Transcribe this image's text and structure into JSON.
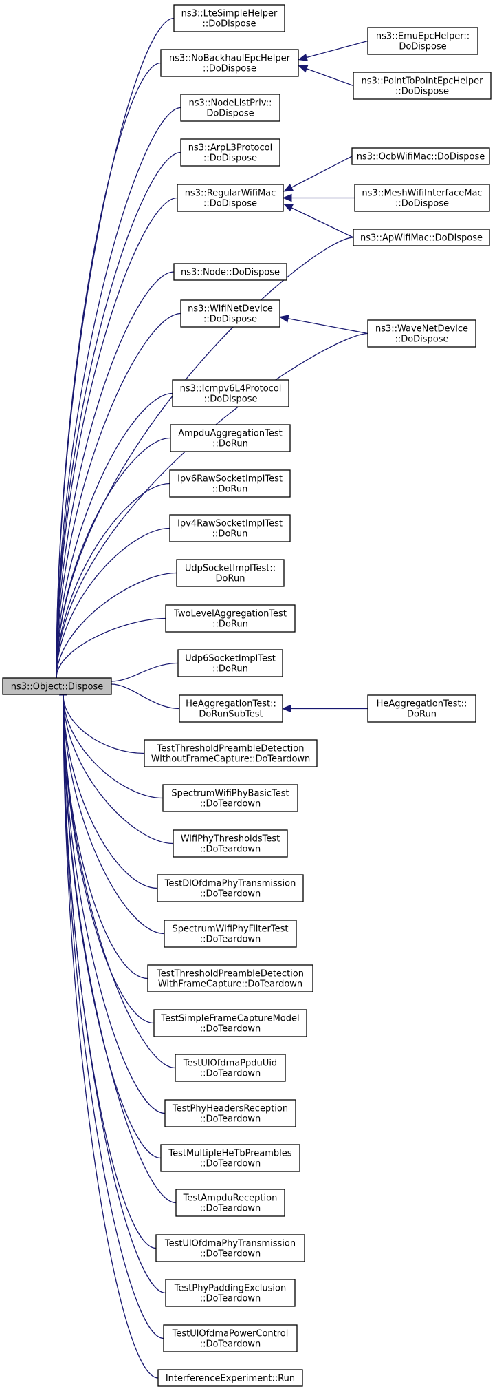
{
  "graph": {
    "root": "ns3::Object::Dispose",
    "edge_color": "#191970",
    "root_fill": "#bfbfbf",
    "nodes": [
      {
        "id": "root",
        "lines": [
          "ns3::Object::Dispose"
        ],
        "root": true
      },
      {
        "id": "n1",
        "lines": [
          "ns3::LteSimpleHelper",
          "::DoDispose"
        ]
      },
      {
        "id": "n2",
        "lines": [
          "ns3::NoBackhaulEpcHelper",
          "::DoDispose"
        ]
      },
      {
        "id": "n3",
        "lines": [
          "ns3::NodeListPriv::",
          "DoDispose"
        ]
      },
      {
        "id": "n4",
        "lines": [
          "ns3::ArpL3Protocol",
          "::DoDispose"
        ]
      },
      {
        "id": "n5",
        "lines": [
          "ns3::RegularWifiMac",
          "::DoDispose"
        ]
      },
      {
        "id": "n6",
        "lines": [
          "ns3::Node::DoDispose"
        ]
      },
      {
        "id": "n7",
        "lines": [
          "ns3::WifiNetDevice",
          "::DoDispose"
        ]
      },
      {
        "id": "n8",
        "lines": [
          "ns3::Icmpv6L4Protocol",
          "::DoDispose"
        ]
      },
      {
        "id": "n9",
        "lines": [
          "AmpduAggregationTest",
          "::DoRun"
        ]
      },
      {
        "id": "n10",
        "lines": [
          "Ipv6RawSocketImplTest",
          "::DoRun"
        ]
      },
      {
        "id": "n11",
        "lines": [
          "Ipv4RawSocketImplTest",
          "::DoRun"
        ]
      },
      {
        "id": "n12",
        "lines": [
          "UdpSocketImplTest::",
          "DoRun"
        ]
      },
      {
        "id": "n13",
        "lines": [
          "TwoLevelAggregationTest",
          "::DoRun"
        ]
      },
      {
        "id": "n14",
        "lines": [
          "Udp6SocketImplTest",
          "::DoRun"
        ]
      },
      {
        "id": "n15",
        "lines": [
          "HeAggregationTest::",
          "DoRunSubTest"
        ]
      },
      {
        "id": "n16",
        "lines": [
          "TestThresholdPreambleDetection",
          "WithoutFrameCapture::DoTeardown"
        ]
      },
      {
        "id": "n17",
        "lines": [
          "SpectrumWifiPhyBasicTest",
          "::DoTeardown"
        ]
      },
      {
        "id": "n18",
        "lines": [
          "WifiPhyThresholdsTest",
          "::DoTeardown"
        ]
      },
      {
        "id": "n19",
        "lines": [
          "TestDlOfdmaPhyTransmission",
          "::DoTeardown"
        ]
      },
      {
        "id": "n20",
        "lines": [
          "SpectrumWifiPhyFilterTest",
          "::DoTeardown"
        ]
      },
      {
        "id": "n21",
        "lines": [
          "TestThresholdPreambleDetection",
          "WithFrameCapture::DoTeardown"
        ]
      },
      {
        "id": "n22",
        "lines": [
          "TestSimpleFrameCaptureModel",
          "::DoTeardown"
        ]
      },
      {
        "id": "n23",
        "lines": [
          "TestUlOfdmaPpduUid",
          "::DoTeardown"
        ]
      },
      {
        "id": "n24",
        "lines": [
          "TestPhyHeadersReception",
          "::DoTeardown"
        ]
      },
      {
        "id": "n25",
        "lines": [
          "TestMultipleHeTbPreambles",
          "::DoTeardown"
        ]
      },
      {
        "id": "n26",
        "lines": [
          "TestAmpduReception",
          "::DoTeardown"
        ]
      },
      {
        "id": "n27",
        "lines": [
          "TestUlOfdmaPhyTransmission",
          "::DoTeardown"
        ]
      },
      {
        "id": "n28",
        "lines": [
          "TestPhyPaddingExclusion",
          "::DoTeardown"
        ]
      },
      {
        "id": "n29",
        "lines": [
          "TestUlOfdmaPowerControl",
          "::DoTeardown"
        ]
      },
      {
        "id": "n30",
        "lines": [
          "InterferenceExperiment::Run"
        ]
      },
      {
        "id": "m1",
        "lines": [
          "ns3::EmuEpcHelper::",
          "DoDispose"
        ]
      },
      {
        "id": "m2",
        "lines": [
          "ns3::PointToPointEpcHelper",
          "::DoDispose"
        ]
      },
      {
        "id": "m3",
        "lines": [
          "ns3::OcbWifiMac::DoDispose"
        ]
      },
      {
        "id": "m4",
        "lines": [
          "ns3::MeshWifiInterfaceMac",
          "::DoDispose"
        ]
      },
      {
        "id": "m5",
        "lines": [
          "ns3::ApWifiMac::DoDispose"
        ]
      },
      {
        "id": "m6",
        "lines": [
          "ns3::WaveNetDevice",
          "::DoDispose"
        ]
      },
      {
        "id": "m7",
        "lines": [
          "HeAggregationTest::",
          "DoRun"
        ]
      }
    ],
    "edges": [
      {
        "from": "n1",
        "to": "root"
      },
      {
        "from": "n2",
        "to": "root"
      },
      {
        "from": "n3",
        "to": "root"
      },
      {
        "from": "n4",
        "to": "root"
      },
      {
        "from": "n5",
        "to": "root"
      },
      {
        "from": "n6",
        "to": "root"
      },
      {
        "from": "n7",
        "to": "root"
      },
      {
        "from": "n8",
        "to": "root"
      },
      {
        "from": "n9",
        "to": "root"
      },
      {
        "from": "n10",
        "to": "root"
      },
      {
        "from": "n11",
        "to": "root"
      },
      {
        "from": "n12",
        "to": "root"
      },
      {
        "from": "n13",
        "to": "root"
      },
      {
        "from": "n14",
        "to": "root"
      },
      {
        "from": "n15",
        "to": "root"
      },
      {
        "from": "n16",
        "to": "root"
      },
      {
        "from": "n17",
        "to": "root"
      },
      {
        "from": "n18",
        "to": "root"
      },
      {
        "from": "n19",
        "to": "root"
      },
      {
        "from": "n20",
        "to": "root"
      },
      {
        "from": "n21",
        "to": "root"
      },
      {
        "from": "n22",
        "to": "root"
      },
      {
        "from": "n23",
        "to": "root"
      },
      {
        "from": "n24",
        "to": "root"
      },
      {
        "from": "n25",
        "to": "root"
      },
      {
        "from": "n26",
        "to": "root"
      },
      {
        "from": "n27",
        "to": "root"
      },
      {
        "from": "n28",
        "to": "root"
      },
      {
        "from": "n29",
        "to": "root"
      },
      {
        "from": "n30",
        "to": "root"
      },
      {
        "from": "m5",
        "to": "root"
      },
      {
        "from": "m6",
        "to": "root"
      },
      {
        "from": "m1",
        "to": "n2"
      },
      {
        "from": "m2",
        "to": "n2"
      },
      {
        "from": "m3",
        "to": "n5"
      },
      {
        "from": "m4",
        "to": "n5"
      },
      {
        "from": "m5",
        "to": "n5"
      },
      {
        "from": "m6",
        "to": "n7"
      },
      {
        "from": "m7",
        "to": "n15"
      }
    ]
  }
}
